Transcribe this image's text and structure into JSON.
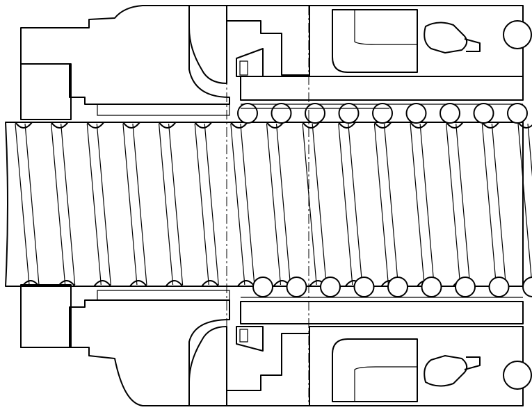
{
  "drawing": {
    "kind": "ball-screw-nut-cross-section",
    "background_color": "#ffffff",
    "line_color": "#000000",
    "upper_ball_count": 9,
    "lower_ball_count": 9,
    "thread_groove_count": 15
  }
}
